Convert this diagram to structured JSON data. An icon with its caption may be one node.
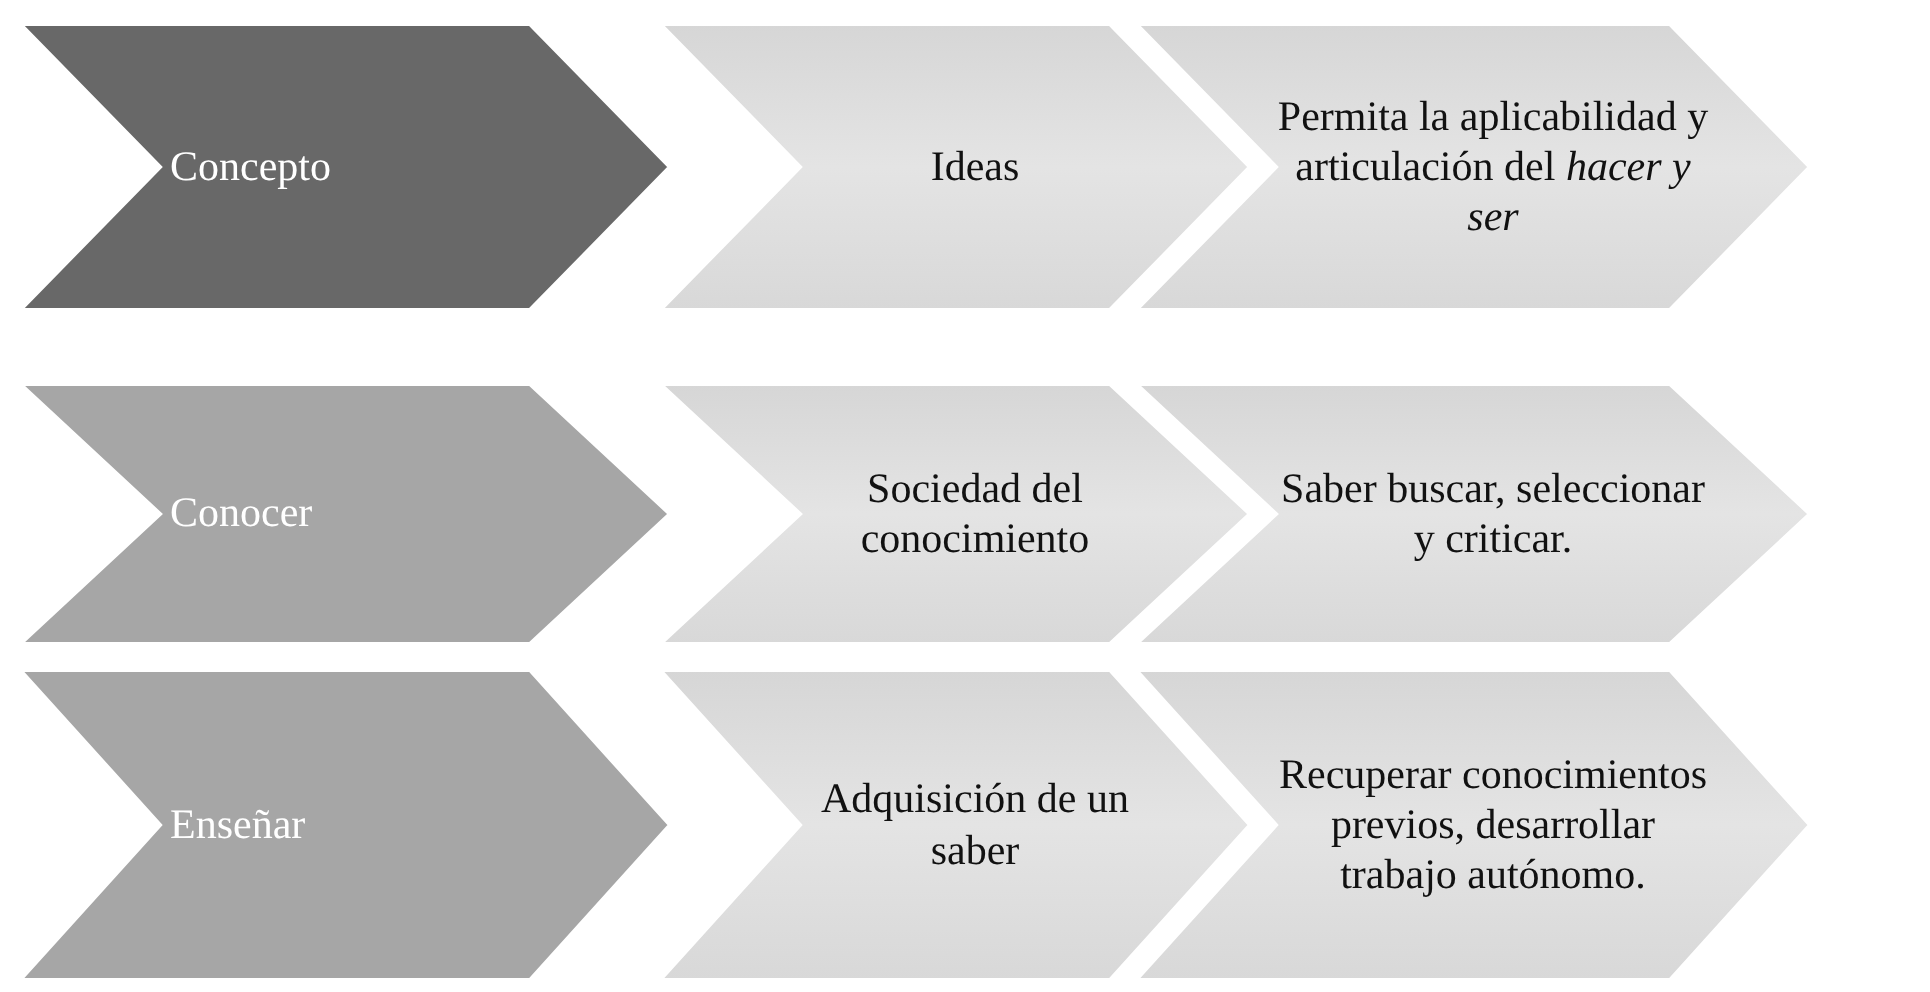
{
  "diagram": {
    "nodes": [
      {
        "text": [
          "Concepto"
        ]
      },
      {
        "text": [
          "Ideas"
        ]
      },
      {
        "text": [
          "Permita la aplicabilidad y articulación del *hacer y ser*"
        ]
      },
      {
        "text": [
          "Conocer"
        ]
      },
      {
        "text": [
          "Sociedad del conocimiento"
        ]
      },
      {
        "text": [
          "Saber buscar, seleccionar y criticar."
        ]
      },
      {
        "text": [
          "Enseñar"
        ]
      },
      {
        "text": [
          "Adquisición de un saber"
        ]
      },
      {
        "text": [
          "Recuperar conocimientos previos, desarrollar trabajo autónomo."
        ]
      }
    ]
  }
}
